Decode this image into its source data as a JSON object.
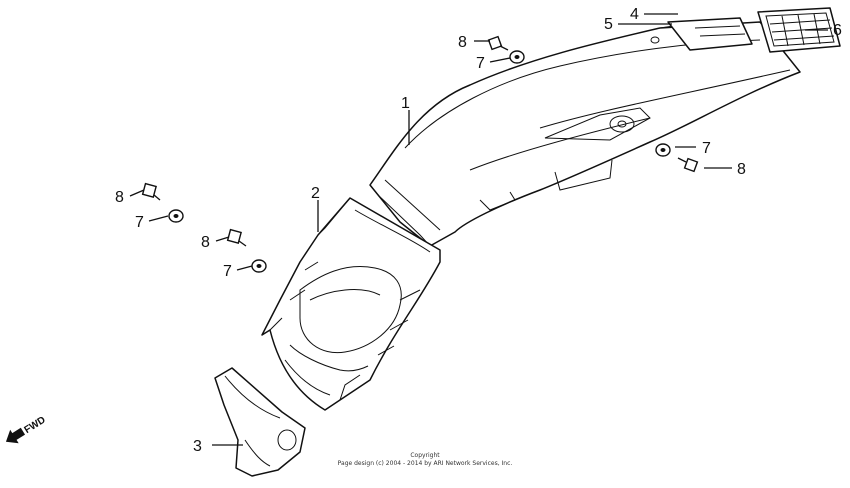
{
  "callouts": {
    "c1": "1",
    "c2": "2",
    "c3": "3",
    "c4": "4",
    "c5": "5",
    "c6": "6",
    "c7a": "7",
    "c7b": "7",
    "c7c": "7",
    "c7d": "7",
    "c8a": "8",
    "c8b": "8",
    "c8c": "8",
    "c8d": "8"
  },
  "fwd_label": "FWD",
  "copyright": {
    "line1": "Copyright",
    "line2": "Page design (c) 2004 - 2014 by ARI Network Services, Inc."
  }
}
